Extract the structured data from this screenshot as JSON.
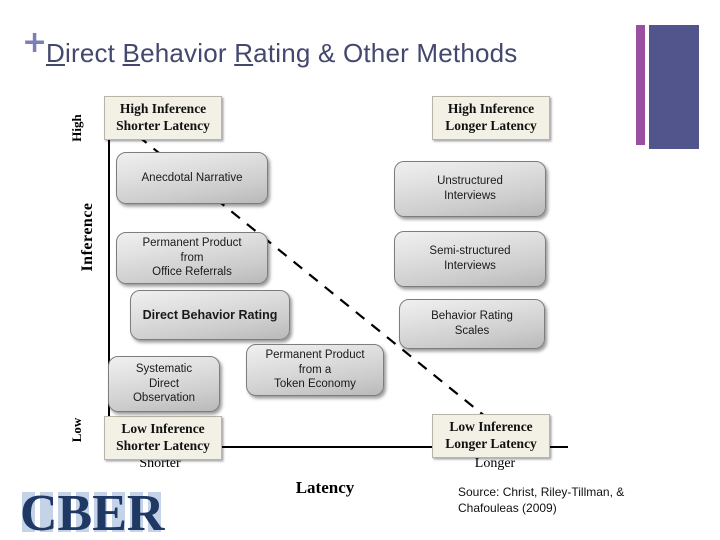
{
  "slide": {
    "plus_icon": "+",
    "title_parts": [
      {
        "text": "D",
        "underline": true
      },
      {
        "text": "irect ",
        "underline": false
      },
      {
        "text": "B",
        "underline": true
      },
      {
        "text": "ehavior ",
        "underline": false
      },
      {
        "text": "R",
        "underline": true
      },
      {
        "text": "ating & Other Methods",
        "underline": false
      }
    ],
    "title_plain": "Direct Behavior Rating & Other Methods",
    "decoration": {
      "thin_bar_color": "#9a4fa3",
      "thick_bar_color": "#51558c"
    }
  },
  "chart_data": {
    "type": "scatter",
    "title": "Direct Behavior Rating & Other Methods",
    "xlabel": "Latency",
    "ylabel": "Inference",
    "x_ticks": [
      "Shorter",
      "Longer"
    ],
    "y_ticks": [
      "High",
      "Low"
    ],
    "grid": false,
    "legend": "none",
    "annotations": [
      {
        "name": "top-left-quadrant-label",
        "lines": [
          "High Inference",
          "Shorter Latency"
        ]
      },
      {
        "name": "top-right-quadrant-label",
        "lines": [
          "High Inference",
          "Longer Latency"
        ]
      },
      {
        "name": "bottom-left-quadrant-label",
        "lines": [
          "Low Inference",
          "Shorter Latency"
        ]
      },
      {
        "name": "bottom-right-quadrant-label",
        "lines": [
          "Low Inference",
          "Longer Latency"
        ]
      }
    ],
    "items": [
      {
        "label": "Anecdotal Narrative",
        "lines": [
          "Anecdotal Narrative"
        ],
        "inference": "high",
        "latency": "shorter",
        "emphasis": false
      },
      {
        "label": "Permanent Product from Office Referrals",
        "lines": [
          "Permanent Product",
          "from",
          "Office Referrals"
        ],
        "inference": "medium-high",
        "latency": "shorter",
        "emphasis": false
      },
      {
        "label": "Direct Behavior Rating",
        "lines": [
          "Direct Behavior Rating"
        ],
        "inference": "medium",
        "latency": "shorter",
        "emphasis": true
      },
      {
        "label": "Systematic Direct Observation",
        "lines": [
          "Systematic",
          "Direct",
          "Observation"
        ],
        "inference": "low",
        "latency": "shorter",
        "emphasis": false
      },
      {
        "label": "Permanent Product from a Token Economy",
        "lines": [
          "Permanent Product",
          "from a",
          "Token Economy"
        ],
        "inference": "low",
        "latency": "middle",
        "emphasis": false
      },
      {
        "label": "Unstructured Interviews",
        "lines": [
          "Unstructured",
          "Interviews"
        ],
        "inference": "high",
        "latency": "longer",
        "emphasis": false
      },
      {
        "label": "Semi-structured Interviews",
        "lines": [
          "Semi-structured",
          "Interviews"
        ],
        "inference": "medium-high",
        "latency": "longer",
        "emphasis": false
      },
      {
        "label": "Behavior Rating Scales",
        "lines": [
          "Behavior Rating",
          "Scales"
        ],
        "inference": "medium",
        "latency": "longer",
        "emphasis": false
      }
    ]
  },
  "quadrants": {
    "top_left": {
      "line1": "High Inference",
      "line2": "Shorter Latency"
    },
    "top_right": {
      "line1": "High Inference",
      "line2": "Longer Latency"
    },
    "bottom_left": {
      "line1": "Low Inference",
      "line2": "Shorter Latency"
    },
    "bottom_right": {
      "line1": "Low Inference",
      "line2": "Longer Latency"
    }
  },
  "axes": {
    "y_title": "Inference",
    "y_high": "High",
    "y_low": "Low",
    "x_title": "Latency",
    "x_shorter": "Shorter",
    "x_longer": "Longer"
  },
  "boxes": {
    "anecdotal_narrative": {
      "l1": "Anecdotal Narrative"
    },
    "permanent_product_office": {
      "l1": "Permanent Product",
      "l2": "from",
      "l3": "Office Referrals"
    },
    "direct_behavior_rating": {
      "l1": "Direct Behavior Rating"
    },
    "systematic_direct_observation": {
      "l1": "Systematic",
      "l2": "Direct",
      "l3": "Observation"
    },
    "permanent_product_token": {
      "l1": "Permanent Product",
      "l2": "from a",
      "l3": "Token Economy"
    },
    "unstructured_interviews": {
      "l1": "Unstructured",
      "l2": "Interviews"
    },
    "semi_structured_interviews": {
      "l1": "Semi-structured",
      "l2": "Interviews"
    },
    "behavior_rating_scales": {
      "l1": "Behavior Rating",
      "l2": "Scales"
    }
  },
  "footer": {
    "source_line1": "Source: Christ, Riley-Tillman, &",
    "source_line2": "Chafouleas (2009)",
    "logo_text": "CBER",
    "logo_color": "#1f3864",
    "logo_stripe_color": "#c5d3e8"
  }
}
